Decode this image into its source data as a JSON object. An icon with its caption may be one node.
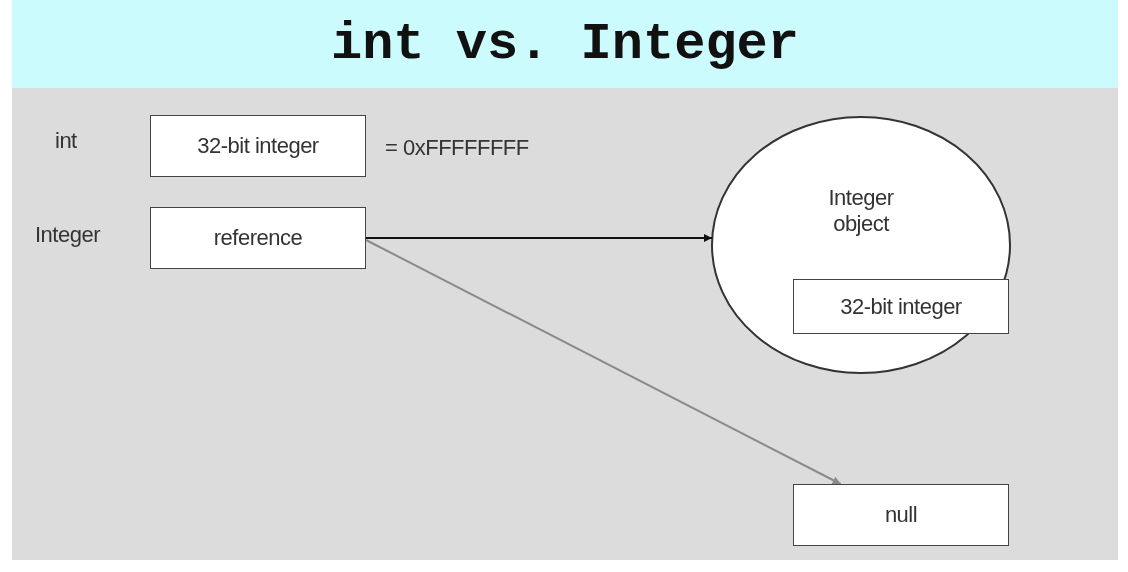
{
  "diagram": {
    "title": "int vs. Integer",
    "nodes": [
      {
        "text": [
          "32-bit integer"
        ]
      },
      {
        "text": [
          "reference"
        ]
      },
      {
        "text": [
          "Integer object"
        ]
      },
      {
        "text": [
          "32-bit integer"
        ],
        "in": 2
      },
      {
        "text": [
          "null"
        ]
      }
    ],
    "edges": [
      {
        "from": 1,
        "to": 2,
        "arrow": "to"
      },
      {
        "from": 1,
        "to": 4,
        "arrow": "to",
        "color": "#8a8a8a"
      }
    ],
    "labels": [
      "int",
      "Integer",
      "= 0xFFFFFFFF"
    ]
  }
}
